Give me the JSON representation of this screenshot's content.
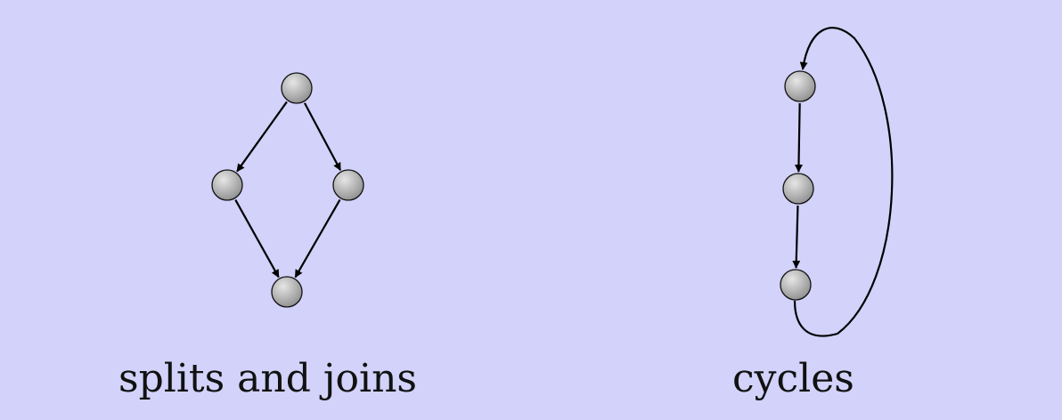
{
  "captions": {
    "splits_and_joins": "splits and joins",
    "cycles": "cycles"
  },
  "colors": {
    "background": "#d2d2fa",
    "node_light": "#e6e6e6",
    "node_dark": "#8f8f8f",
    "stroke": "#111111",
    "edge": "#000000"
  },
  "diagrams": [
    {
      "id": "splits-and-joins",
      "nodes": [
        "top",
        "left",
        "right",
        "bottom"
      ],
      "edges": [
        {
          "from": "top",
          "to": "left"
        },
        {
          "from": "top",
          "to": "right"
        },
        {
          "from": "left",
          "to": "bottom"
        },
        {
          "from": "right",
          "to": "bottom"
        }
      ]
    },
    {
      "id": "cycles",
      "nodes": [
        "first",
        "second",
        "third"
      ],
      "edges": [
        {
          "from": "first",
          "to": "second"
        },
        {
          "from": "second",
          "to": "third"
        },
        {
          "from": "third",
          "to": "first",
          "shape": "loop"
        }
      ]
    }
  ]
}
